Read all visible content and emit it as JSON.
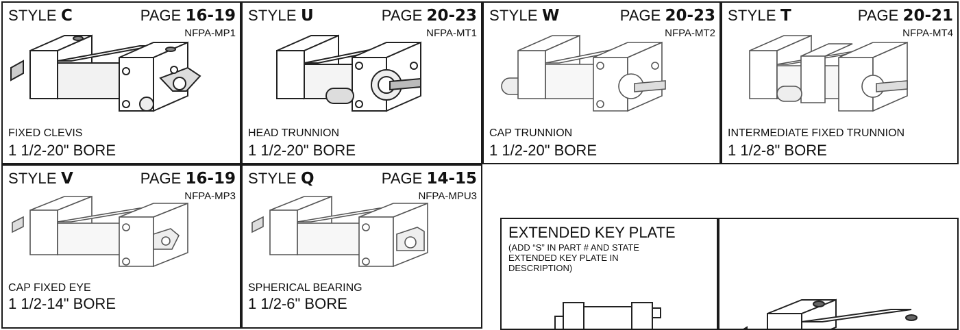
{
  "cards": [
    {
      "style_label": "STYLE",
      "letter": "C",
      "page_label": "PAGE",
      "pages": "16-19",
      "nfpa": "NFPA-MP1",
      "description": "FIXED CLEVIS",
      "bore": "1 1/2-20\" BORE"
    },
    {
      "style_label": "STYLE",
      "letter": "U",
      "page_label": "PAGE",
      "pages": "20-23",
      "nfpa": "NFPA-MT1",
      "description": "HEAD TRUNNION",
      "bore": "1 1/2-20\" BORE"
    },
    {
      "style_label": "STYLE",
      "letter": "W",
      "page_label": "PAGE",
      "pages": "20-23",
      "nfpa": "NFPA-MT2",
      "description": "CAP TRUNNION",
      "bore": "1 1/2-20\" BORE"
    },
    {
      "style_label": "STYLE",
      "letter": "T",
      "page_label": "PAGE",
      "pages": "20-21",
      "nfpa": "NFPA-MT4",
      "description": "INTERMEDIATE FIXED TRUNNION",
      "bore": "1 1/2-8\" BORE"
    },
    {
      "style_label": "STYLE",
      "letter": "V",
      "page_label": "PAGE",
      "pages": "16-19",
      "nfpa": "NFPA-MP3",
      "description": "CAP FIXED EYE",
      "bore": "1 1/2-14\" BORE"
    },
    {
      "style_label": "STYLE",
      "letter": "Q",
      "page_label": "PAGE",
      "pages": "14-15",
      "nfpa": "NFPA-MPU3",
      "description": "SPHERICAL BEARING",
      "bore": "1 1/2-6\" BORE"
    }
  ],
  "extended_key_plate": {
    "title": "EXTENDED KEY PLATE",
    "note": "(ADD “S” IN PART # AND STATE EXTENDED KEY PLATE IN DESCRIPTION)"
  }
}
